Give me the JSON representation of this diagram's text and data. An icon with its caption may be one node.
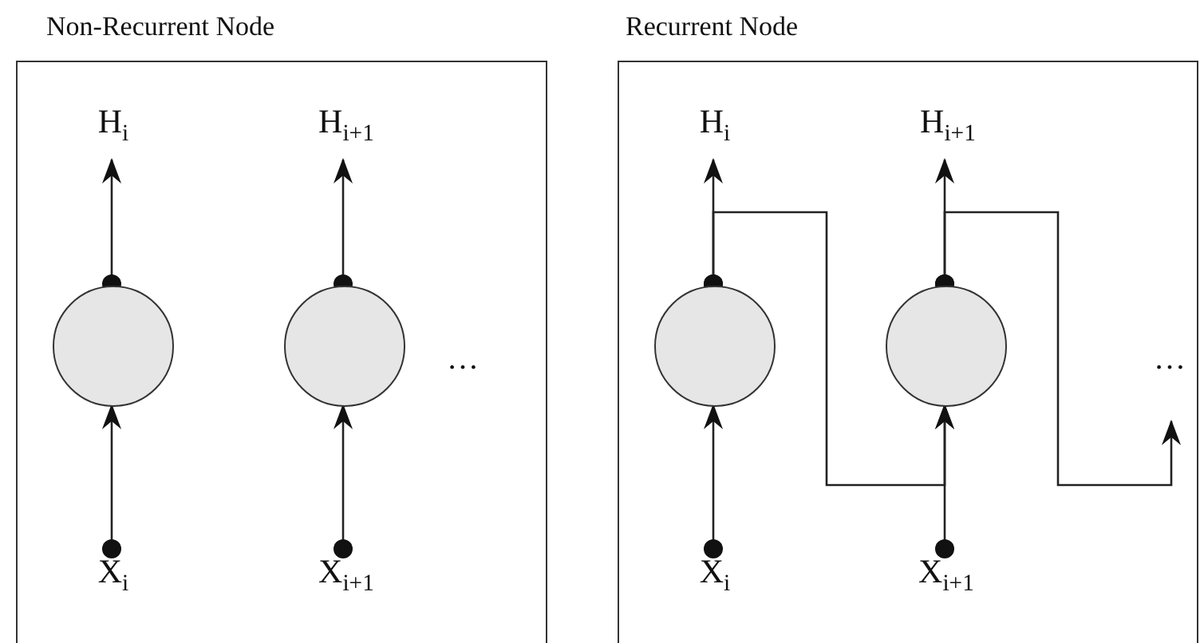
{
  "diagram": {
    "nodes": [
      {
        "text": [
          "Non-Recurrent Node"
        ]
      },
      {
        "text": [
          "H$_{i}$"
        ],
        "in": 0
      },
      {
        "text": [
          "H$_{i+1}$"
        ],
        "in": 0
      },
      {
        "text": [],
        "shape": "circle",
        "in": 0
      },
      {
        "text": [],
        "shape": "circle",
        "in": 0
      },
      {
        "text": [
          "X$_{i}$"
        ],
        "in": 0
      },
      {
        "text": [
          "X$_{i+1}$"
        ],
        "in": 0
      },
      {
        "text": [
          "Recurrent Node"
        ]
      },
      {
        "text": [
          "H$_{i}$"
        ],
        "in": 7
      },
      {
        "text": [
          "H$_{i+1}$"
        ],
        "in": 7
      },
      {
        "text": [],
        "shape": "circle",
        "in": 7
      },
      {
        "text": [],
        "shape": "circle",
        "in": 7
      },
      {
        "text": [
          "X$_{i}$"
        ],
        "in": 7
      },
      {
        "text": [
          "X$_{i+1}$"
        ],
        "in": 7
      }
    ],
    "edges": [
      {
        "from": 5,
        "to": 3,
        "arrow": "to"
      },
      {
        "from": 3,
        "to": 1,
        "arrow": "to"
      },
      {
        "from": 6,
        "to": 4,
        "arrow": "to"
      },
      {
        "from": 4,
        "to": 2,
        "arrow": "to"
      },
      {
        "from": 12,
        "to": 10,
        "arrow": "to"
      },
      {
        "from": 10,
        "to": 8,
        "arrow": "to"
      },
      {
        "from": 13,
        "to": 11,
        "arrow": "to"
      },
      {
        "from": 11,
        "to": 9,
        "arrow": "to"
      },
      {
        "from": 10,
        "to": 11,
        "arrow": "to"
      },
      {
        "from": 11,
        "to": null,
        "arrow": "to"
      }
    ],
    "labels": [
      "…",
      "…"
    ]
  }
}
